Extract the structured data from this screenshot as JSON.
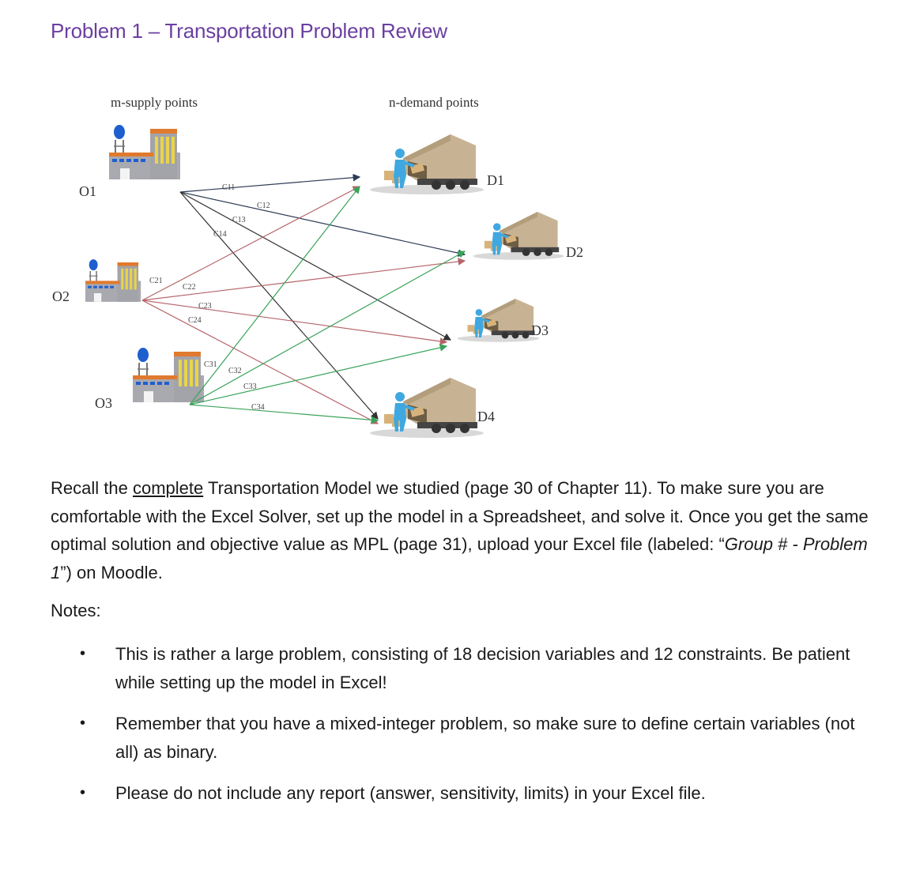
{
  "title": "Problem 1 – Transportation Problem Review",
  "diagram": {
    "supply_header": "m-supply points",
    "demand_header": "n-demand points",
    "supply_labels": [
      "O1",
      "O2",
      "O3"
    ],
    "demand_labels": [
      "D1",
      "D2",
      "D3",
      "D4"
    ],
    "cost_labels": [
      "C11",
      "C12",
      "C13",
      "C14",
      "C21",
      "C22",
      "C23",
      "C24",
      "C31",
      "C32",
      "C33",
      "C34"
    ],
    "colors": {
      "o1_lines": "#2d3b55",
      "o2_lines": "#b5656a",
      "o3_lines": "#3aa35a",
      "cross_lines": "#3a3a3a"
    }
  },
  "paragraph": {
    "part1": "Recall the ",
    "underlined": "complete",
    "part2": " Transportation Model we studied (page 30 of Chapter 11). To make sure you are comfortable with the Excel Solver, set up the model in a Spreadsheet, and solve it. Once you get the same optimal solution and objective value as MPL (page 31), upload your Excel file (labeled: “",
    "italic": "Group # - Problem 1",
    "part3": "”) on Moodle."
  },
  "notes_label": "Notes:",
  "bullets": [
    "This is rather a large problem, consisting of 18 decision variables and 12 constraints. Be patient while setting up the model in Excel!",
    "Remember that you have a mixed-integer problem, so make sure to define certain variables (not all) as binary.",
    "Please do not include any report (answer, sensitivity, limits) in your Excel file."
  ]
}
